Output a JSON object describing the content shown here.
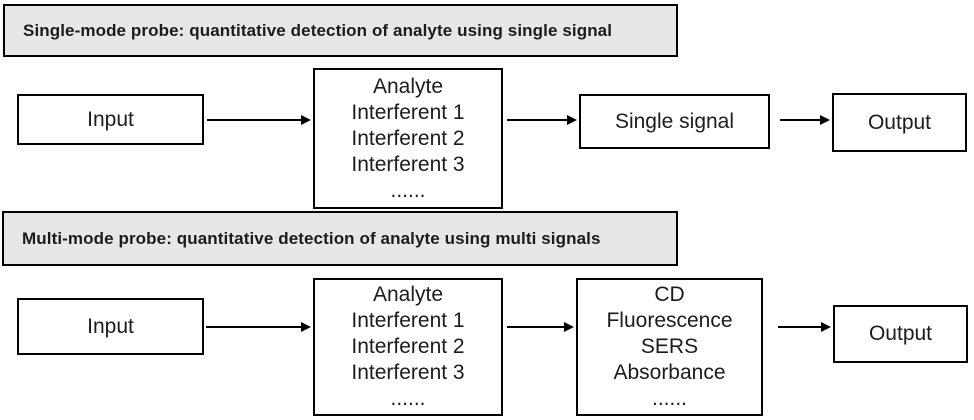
{
  "diagram": {
    "single": {
      "header": "Single-mode probe: quantitative detection of analyte using single signal",
      "input_label": "Input",
      "mixture_lines": [
        "Analyte",
        "Interferent 1",
        "Interferent 2",
        "Interferent 3",
        "......"
      ],
      "signal_label": "Single signal",
      "output_label": "Output"
    },
    "multi": {
      "header": "Multi-mode probe: quantitative detection of analyte using multi signals",
      "input_label": "Input",
      "mixture_lines": [
        "Analyte",
        "Interferent 1",
        "Interferent 2",
        "Interferent 3",
        "......"
      ],
      "signal_lines": [
        "CD",
        "Fluorescence",
        "SERS",
        "Absorbance",
        "......"
      ],
      "output_label": "Output"
    },
    "icons": {
      "flow_arrow": "→"
    },
    "colors": {
      "header_fill": "#e7e7e7",
      "box_fill": "#ffffff",
      "border": "#000000",
      "text": "#1c1c1c",
      "background": "#ffffff"
    }
  }
}
